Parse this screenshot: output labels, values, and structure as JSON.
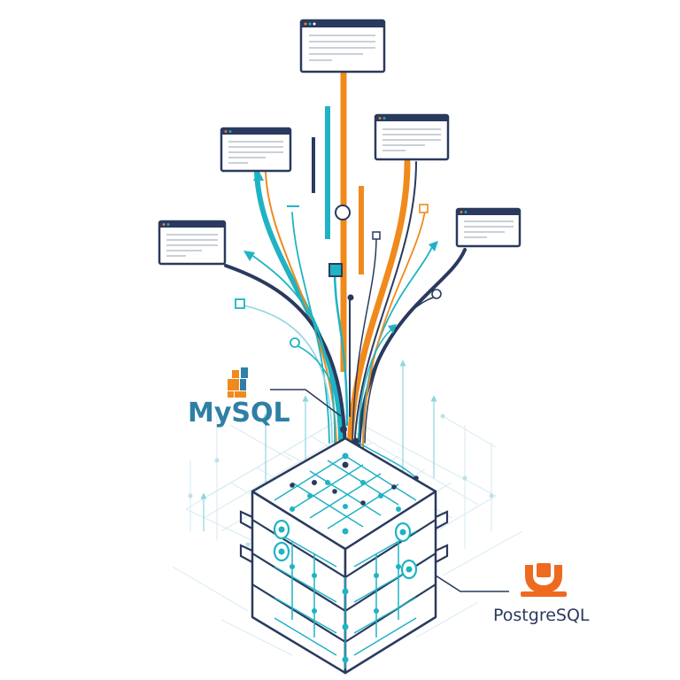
{
  "labels": {
    "mysql": "MySQL",
    "postgresql": "PostgreSQL"
  },
  "windows": [
    {
      "id": "top"
    },
    {
      "id": "upper-left"
    },
    {
      "id": "upper-right"
    },
    {
      "id": "left"
    },
    {
      "id": "right"
    }
  ],
  "icons": [
    "mysql-logo-icon",
    "postgresql-logo-icon",
    "database-server-icon",
    "browser-window-icon"
  ],
  "colors": {
    "navy": "#2a3a5e",
    "orange": "#f08a1c",
    "teal": "#1fb3c4",
    "lightTeal": "#8fd6df",
    "grid": "#cde6ee",
    "mysqlBlue": "#2f7fa6",
    "mysqlOrange": "#f08a1c",
    "pgOrange": "#ee6a1f"
  }
}
